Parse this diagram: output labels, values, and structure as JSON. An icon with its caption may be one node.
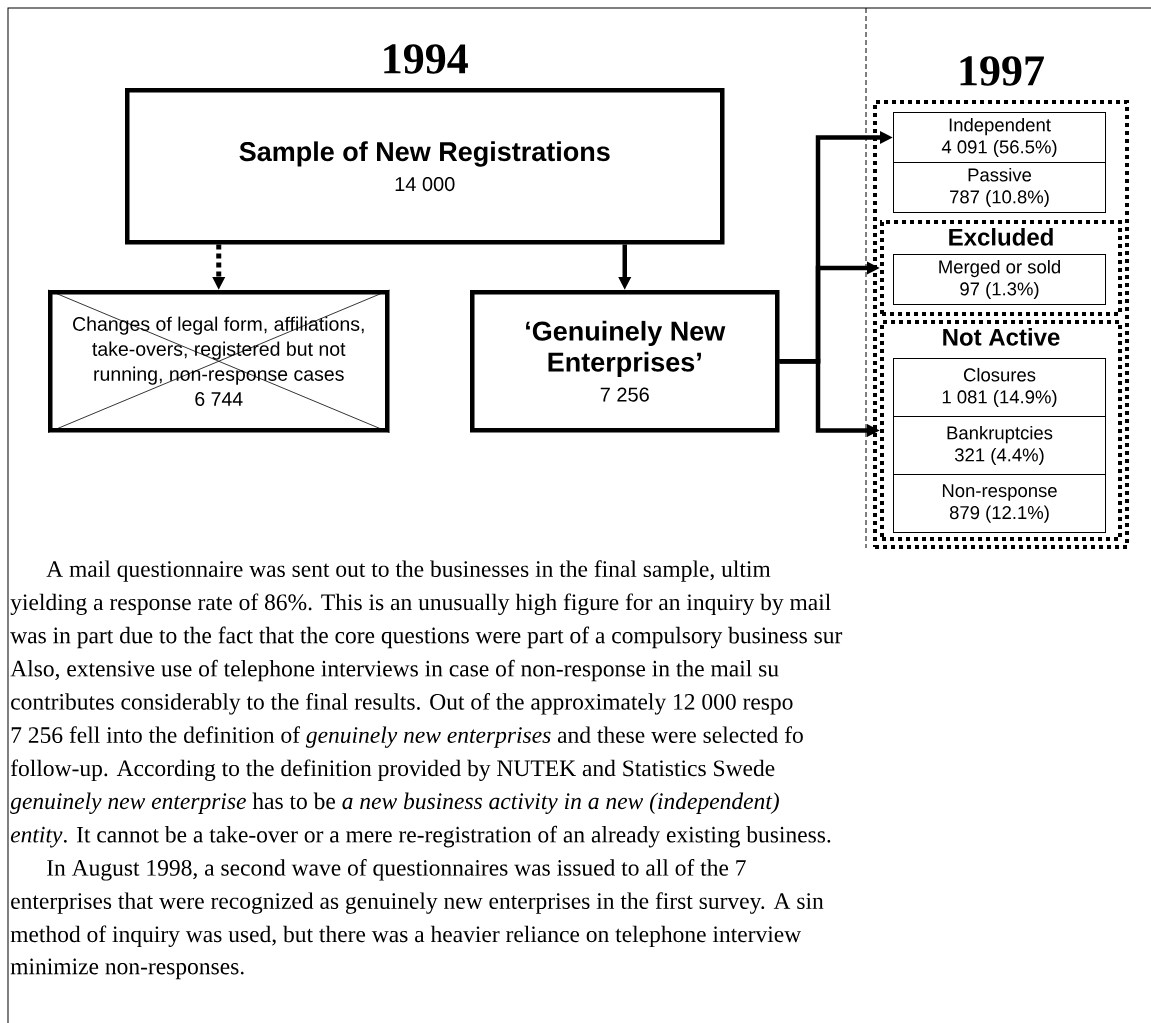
{
  "diagram": {
    "nodes": [
      {
        "text": [
          "Sample of New Registrations",
          "14 000"
        ],
        "beside": [
          "1994"
        ]
      },
      {
        "text": [
          "Changes of legal form, affiliations, take-overs, registered but not running, non-response cases",
          "6 744"
        ]
      },
      {
        "text": [
          "‘Genuinely New Enterprises’",
          "7 256"
        ]
      },
      {
        "text": [],
        "shape": "box",
        "beside": [
          "1997"
        ]
      },
      {
        "text": [
          "Independent",
          "4 091 (56.5%)"
        ],
        "in": 3
      },
      {
        "text": [
          "Passive",
          "787 (10.8%)"
        ],
        "in": 3
      },
      {
        "text": [
          "Excluded"
        ],
        "in": 3
      },
      {
        "text": [
          "Merged or sold",
          "97 (1.3%)"
        ],
        "in": 6
      },
      {
        "text": [
          "Not Active"
        ],
        "in": 3
      },
      {
        "text": [
          "Closures",
          "1 081 (14.9%)"
        ],
        "in": 8
      },
      {
        "text": [
          "Bankruptcies",
          "321 (4.4%)"
        ],
        "in": 8
      },
      {
        "text": [
          "Non-response",
          "879 (12.1%)"
        ],
        "in": 8
      }
    ],
    "edges": [
      {
        "from": 0,
        "to": 1,
        "arrow": "to",
        "style": "dashed"
      },
      {
        "from": 0,
        "to": 2,
        "arrow": "to"
      },
      {
        "from": 2,
        "to": 4,
        "arrow": "to"
      },
      {
        "from": 2,
        "to": 6,
        "arrow": "to"
      },
      {
        "from": 2,
        "to": 8,
        "arrow": "to"
      }
    ],
    "labels": [
      "A mail questionnaire was sent out to the businesses in the final sample, ultim",
      "yielding a response rate of 86%. This is an unusually high figure for an inquiry by mail",
      "was in part due to the fact that the core questions were part of a compulsory business sur",
      "Also, extensive use of telephone interviews in case of non-response in the mail su",
      "contributes considerably to the final results. Out of the approximately 12 000 respo",
      "7 256 fell into the definition of *genuinely new enterprises* and these were selected fo",
      "follow-up. According to the definition provided by NUTEK and Statistics Swede",
      "*genuinely new enterprise* has to be *a new business activity in a new (independent)*",
      "*entity*. It cannot be a take-over or a mere re-registration of an already existing business.",
      "In August 1998, a second wave of questionnaires was issued to all of the 7",
      "enterprises that were recognized as genuinely new enterprises in the first survey. A sin",
      "method of inquiry was used, but there was a heavier reliance on telephone interview",
      "minimize non-responses."
    ]
  }
}
